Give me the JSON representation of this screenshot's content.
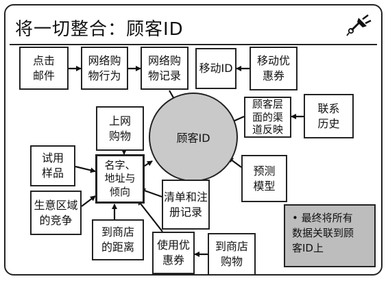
{
  "title": "将一切整合：顾客ID",
  "center": "顾客ID",
  "nodes": {
    "click_mail": "点击\n邮件",
    "online_behavior": "网络购\n物行为",
    "online_record": "网络购\n物记录",
    "mobile_id": "移动ID",
    "mobile_coupon": "移动优\n惠券",
    "channel_feedback": "顾客层\n面的渠\n道反映",
    "contact_history": "联系\n历史",
    "online_shopping": "上网\n购物",
    "trial_sample": "试用\n样品",
    "name_address": "名字、\n地址与\n倾向",
    "prediction_model": "预测\n模型",
    "competition": "生意区域\n的竞争",
    "store_distance": "到商店\n的距离",
    "list_registration": "清单和注\n册记录",
    "use_coupon": "使用优\n惠券",
    "store_shopping": "到商店\n购物"
  },
  "note": "• 最终将所有\n数据关联到顾\n客ID上"
}
